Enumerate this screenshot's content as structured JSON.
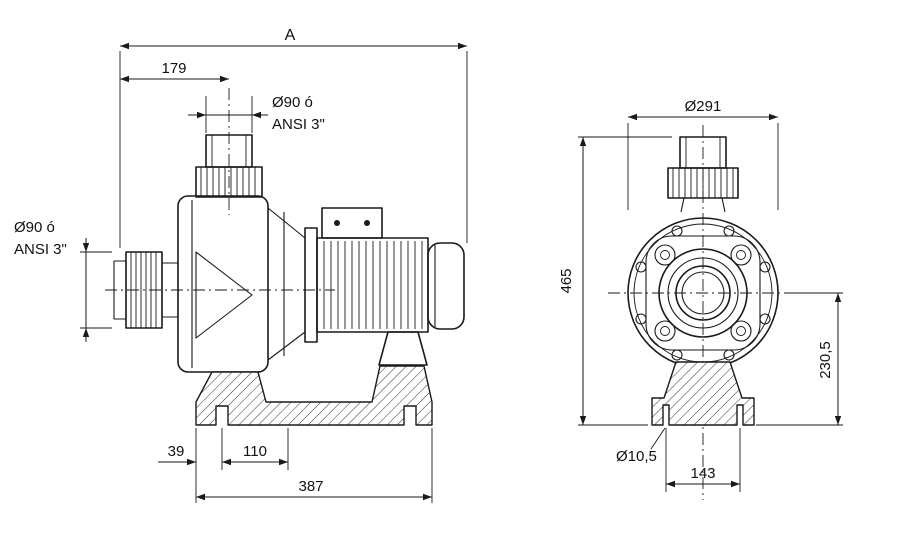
{
  "drawing": {
    "background": "#ffffff",
    "line_color": "#1a1a1a",
    "side_view": {
      "dim_overall": "A",
      "dim_inlet_center": "179",
      "top_port_diameter": "Ø90 ó",
      "top_port_standard": "ANSI 3\"",
      "left_port_diameter": "Ø90 ó",
      "left_port_standard": "ANSI 3\"",
      "dim_foot_offset": "39",
      "dim_foot_spacing": "110",
      "dim_base_length": "387"
    },
    "front_view": {
      "dim_flange_diameter": "Ø291",
      "dim_total_height": "465",
      "dim_axis_height": "230,5",
      "dim_anchor_hole": "Ø10,5",
      "dim_anchor_spacing": "143"
    }
  }
}
